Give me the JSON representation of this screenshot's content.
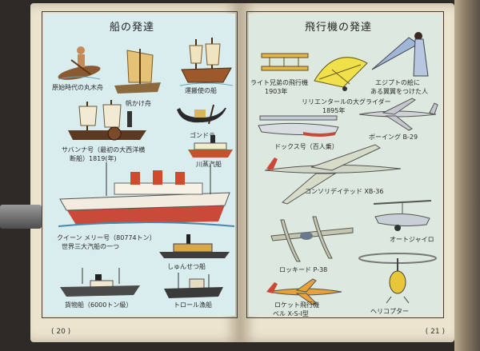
{
  "left_page": {
    "title": "船の発達",
    "page_number": "( 20 )",
    "captions": {
      "log_canoe": "原始時代の丸木舟",
      "sail_raft": "帆かけ舟",
      "caravel": "運搬使の船",
      "gondola": "ゴンドラ",
      "savannah_1": "サバンナ号（最初の大西洋横",
      "savannah_2": "断船）1819(年)",
      "river_steamer": "川蒸汽船",
      "queen_mary_1": "クイーン メリー号（80774トン）",
      "queen_mary_2": "世界三大汽船の一つ",
      "dredger": "しゅんせつ船",
      "cargo": "貨物船（6000トン級）",
      "trawler": "トロール漁船"
    }
  },
  "right_page": {
    "title": "飛行機の発達",
    "page_number": "( 21 )",
    "captions": {
      "icarus_1": "エジプトの絵に",
      "icarus_2": "ある翼翼をつけた人",
      "wright_1": "ライト兄弟の飛行機",
      "wright_2": "1903年",
      "lilienthal_1": "リリエンタールの大グライダー",
      "lilienthal_2": "1895年",
      "b29": "ボーイング B-29",
      "do_x": "ドックス号（百人乗）",
      "xb36": "コンソリデイテッド XB-36",
      "autogiro": "オートジャイロ",
      "p38": "ロッキード P-38",
      "rocket_1": "ロケット飛行機",
      "rocket_2": "ベル X-S-I型",
      "helicopter": "ヘリコプター"
    }
  },
  "colors": {
    "paper": "#ece4cf",
    "left_plate": "#d9ecee",
    "right_plate": "#dde9de"
  }
}
